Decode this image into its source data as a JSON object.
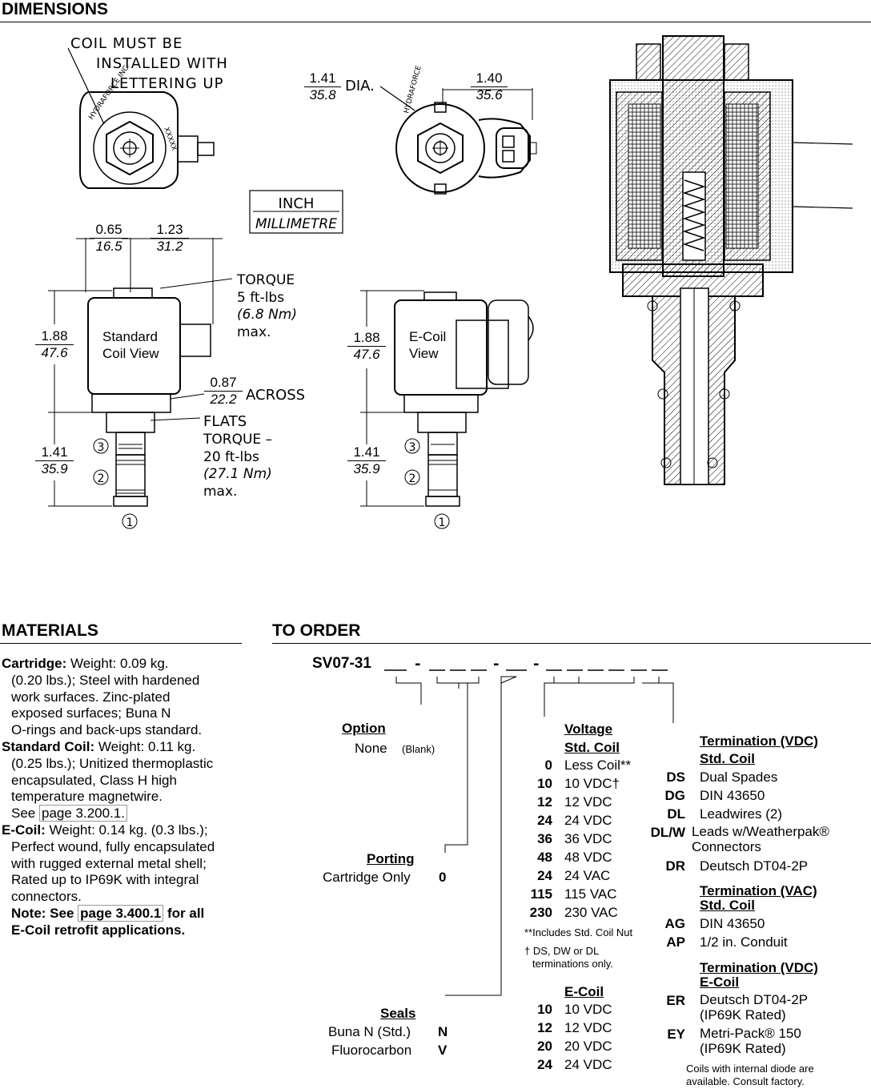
{
  "headers": {
    "dimensions": "DIMENSIONS",
    "materials": "MATERIALS",
    "to_order": "TO ORDER"
  },
  "drawing": {
    "coil_note": [
      "COIL MUST BE",
      "INSTALLED WITH",
      "LETTERING UP"
    ],
    "coil_text": [
      "HYDRAFORCE INC.",
      "XXXXX",
      "HYDRAFORCE"
    ],
    "dia": {
      "in": "1.41",
      "mm": "35.8",
      "label": "DIA."
    },
    "width_140": {
      "in": "1.40",
      "mm": "35.6"
    },
    "unit_legend": {
      "top": "INCH",
      "bottom": "MILLIMETRE"
    },
    "d065": {
      "in": "0.65",
      "mm": "16.5"
    },
    "d123": {
      "in": "1.23",
      "mm": "31.2"
    },
    "torque_top": [
      "TORQUE",
      "5 ft-lbs",
      "(6.8 Nm)",
      "max."
    ],
    "std_height": {
      "in": "1.88",
      "mm": "47.6"
    },
    "std_label": [
      "Standard",
      "Coil View"
    ],
    "across": {
      "in": "0.87",
      "mm": "22.2",
      "label": "ACROSS",
      "label2": "FLATS"
    },
    "torque_bottom": [
      "TORQUE –",
      "20 ft-lbs",
      "(27.1 Nm)",
      "max."
    ],
    "std_lower": {
      "in": "1.41",
      "mm": "35.9"
    },
    "ecoil_height": {
      "in": "1.88",
      "mm": "47.6"
    },
    "ecoil_label": [
      "E-Coil",
      "View"
    ],
    "ecoil_lower": {
      "in": "1.41",
      "mm": "35.9"
    },
    "ports": [
      "1",
      "2",
      "3"
    ]
  },
  "materials": {
    "cartridge_label": "Cartridge:",
    "cartridge_text": " Weight: 0.09 kg.",
    "cartridge_lines": [
      "(0.20 lbs.); Steel with hardened",
      "work surfaces. Zinc-plated",
      "exposed surfaces; Buna N",
      "O-rings and back-ups standard."
    ],
    "std_label": "Standard Coil:",
    "std_text": " Weight: 0.11 kg.",
    "std_lines": [
      "(0.25 lbs.); Unitized thermoplastic",
      "encapsulated, Class H high",
      "temperature magnetwire."
    ],
    "std_see": "See ",
    "std_link": "page 3.200.1.",
    "ecoil_label": "E-Coil:",
    "ecoil_text": " Weight: 0.14 kg. (0.3 lbs.);",
    "ecoil_lines": [
      "Perfect wound, fully encapsulated",
      "with rugged external metal shell;",
      "Rated up to IP69K with integral",
      "connectors."
    ],
    "note_prefix": "Note: See ",
    "note_link": "page 3.400.1",
    "note_suffix": " for all",
    "note_line2": "E-Coil retrofit applications."
  },
  "order": {
    "model": "SV07-31",
    "template": "__ - __ __ __ - __ - __ __ __ __ __",
    "option": {
      "title": "Option",
      "item": "None",
      "code": "(Blank)"
    },
    "porting": {
      "title": "Porting",
      "item": "Cartridge Only",
      "code": "0"
    },
    "seals": {
      "title": "Seals",
      "items": [
        {
          "name": "Buna N (Std.)",
          "code": "N"
        },
        {
          "name": "Fluorocarbon",
          "code": "V"
        }
      ]
    },
    "voltage": {
      "title": "Voltage",
      "std_title": "Std. Coil",
      "std_items": [
        {
          "code": "0",
          "label": "Less Coil**"
        },
        {
          "code": "10",
          "label": "10 VDC†"
        },
        {
          "code": "12",
          "label": "12 VDC"
        },
        {
          "code": "24",
          "label": "24 VDC"
        },
        {
          "code": "36",
          "label": "36 VDC"
        },
        {
          "code": "48",
          "label": "48 VDC"
        },
        {
          "code": "24",
          "label": "24 VAC"
        },
        {
          "code": "115",
          "label": "115 VAC"
        },
        {
          "code": "230",
          "label": "230 VAC"
        }
      ],
      "foot1": "**Includes Std. Coil Nut",
      "foot2a": "† DS, DW or DL",
      "foot2b": "terminations only.",
      "ecoil_title": "E-Coil",
      "ecoil_items": [
        {
          "code": "10",
          "label": "10 VDC"
        },
        {
          "code": "12",
          "label": "12 VDC"
        },
        {
          "code": "20",
          "label": "20 VDC"
        },
        {
          "code": "24",
          "label": "24 VDC"
        }
      ]
    },
    "termination": {
      "vdc_title": "Termination (VDC)",
      "vdc_sub": "Std. Coil",
      "vdc_items": [
        {
          "code": "DS",
          "label": "Dual Spades",
          "label2": ""
        },
        {
          "code": "DG",
          "label": "DIN 43650",
          "label2": ""
        },
        {
          "code": "DL",
          "label": "Leadwires (2)",
          "label2": ""
        },
        {
          "code": "DL/W",
          "label": "Leads w/Weatherpak®",
          "label2": "Connectors"
        },
        {
          "code": "DR",
          "label": "Deutsch DT04-2P",
          "label2": ""
        }
      ],
      "vac_title": "Termination (VAC)",
      "vac_sub": "Std. Coil",
      "vac_items": [
        {
          "code": "AG",
          "label": "DIN 43650"
        },
        {
          "code": "AP",
          "label": "1/2 in. Conduit"
        }
      ],
      "ecoil_title": "Termination (VDC)",
      "ecoil_sub": "E-Coil",
      "ecoil_items": [
        {
          "code": "ER",
          "label": "Deutsch DT04-2P",
          "label2": "(IP69K Rated)"
        },
        {
          "code": "EY",
          "label": "Metri-Pack® 150",
          "label2": "(IP69K Rated)"
        }
      ],
      "foot1": "Coils with internal diode are",
      "foot2": "available. Consult factory."
    }
  }
}
